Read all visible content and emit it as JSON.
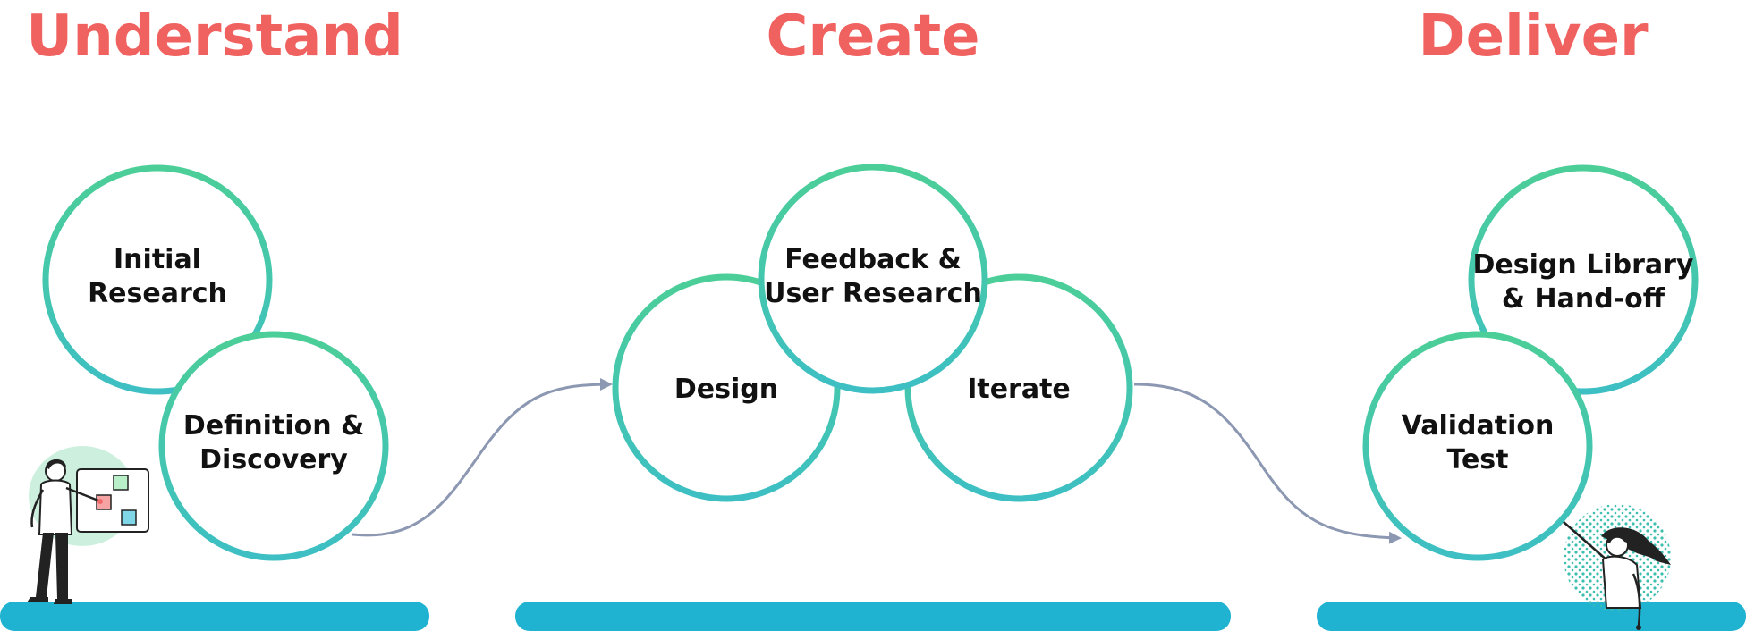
{
  "phases": [
    {
      "title": "Understand",
      "steps": [
        {
          "lines": [
            "Initial",
            "Research"
          ]
        },
        {
          "lines": [
            "Definition &",
            "Discovery"
          ]
        }
      ]
    },
    {
      "title": "Create",
      "steps": [
        {
          "lines": [
            "Design"
          ]
        },
        {
          "lines": [
            "Iterate"
          ]
        },
        {
          "lines": [
            "Feedback &",
            "User Research"
          ]
        }
      ]
    },
    {
      "title": "Deliver",
      "steps": [
        {
          "lines": [
            "Design Library",
            "& Hand-off"
          ]
        },
        {
          "lines": [
            "Validation",
            "Test"
          ]
        }
      ]
    }
  ],
  "colors": {
    "title": "#f0625f",
    "circle_gradient_top": "#4cce98",
    "circle_gradient_bottom": "#3dbfc4",
    "connector": "#8c97b2",
    "base_bar": "#1fb3d1",
    "illustration_accent_green": "#a4e4c2",
    "illustration_accent_teal": "#3dbfb0",
    "illustration_accent_red": "#f16a6a"
  },
  "icons": [
    "person-with-board-illustration",
    "person-reaching-illustration"
  ]
}
